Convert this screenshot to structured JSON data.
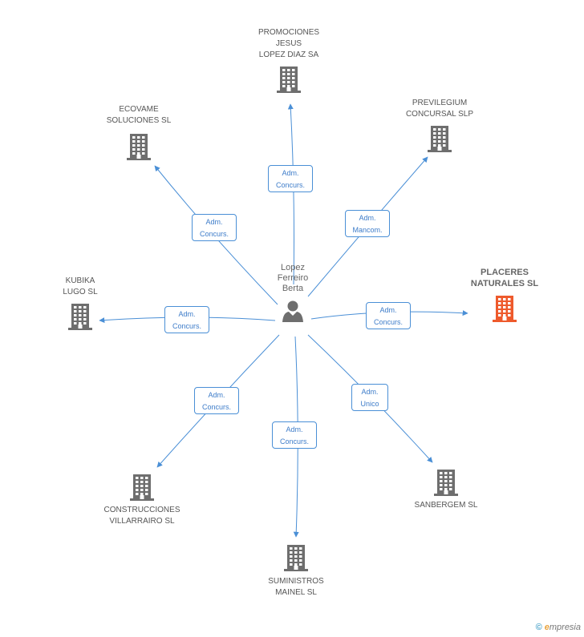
{
  "person": {
    "name": "Lopez\nFerreiro\nBerta",
    "icon": "person-icon"
  },
  "companies": [
    {
      "id": "promociones",
      "label": "PROMOCIONES\nJESUS\nLOPEZ DIAZ SA",
      "highlight": false
    },
    {
      "id": "ecovame",
      "label": "ECOVAME\nSOLUCIONES SL",
      "highlight": false
    },
    {
      "id": "previlegium",
      "label": "PREVILEGIUM\nCONCURSAL SLP",
      "highlight": false
    },
    {
      "id": "kubika",
      "label": "KUBIKA\nLUGO  SL",
      "highlight": false
    },
    {
      "id": "placeres",
      "label": "PLACERES\nNATURALES SL",
      "highlight": true
    },
    {
      "id": "construcciones",
      "label": "CONSTRUCCIONES\nVILLARRAIRO SL",
      "highlight": false
    },
    {
      "id": "suministros",
      "label": "SUMINISTROS\nMAINEL SL",
      "highlight": false
    },
    {
      "id": "sanbergem",
      "label": "SANBERGEM SL",
      "highlight": false
    }
  ],
  "relations": [
    {
      "to": "promociones",
      "label": "Adm.\nConcurs."
    },
    {
      "to": "ecovame",
      "label": "Adm.\nConcurs."
    },
    {
      "to": "previlegium",
      "label": "Adm.\nMancom."
    },
    {
      "to": "kubika",
      "label": "Adm.\nConcurs."
    },
    {
      "to": "placeres",
      "label": "Adm.\nConcurs."
    },
    {
      "to": "construcciones",
      "label": "Adm.\nConcurs."
    },
    {
      "to": "suministros",
      "label": "Adm.\nConcurs."
    },
    {
      "to": "sanbergem",
      "label": "Adm.\nUnico"
    }
  ],
  "colors": {
    "edge": "#4a8fd6",
    "building": "#6e6e6e",
    "highlight": "#ee5a2c"
  },
  "footer": {
    "copyright": "©",
    "brand_e": "e",
    "brand_rest": "mpresia"
  }
}
